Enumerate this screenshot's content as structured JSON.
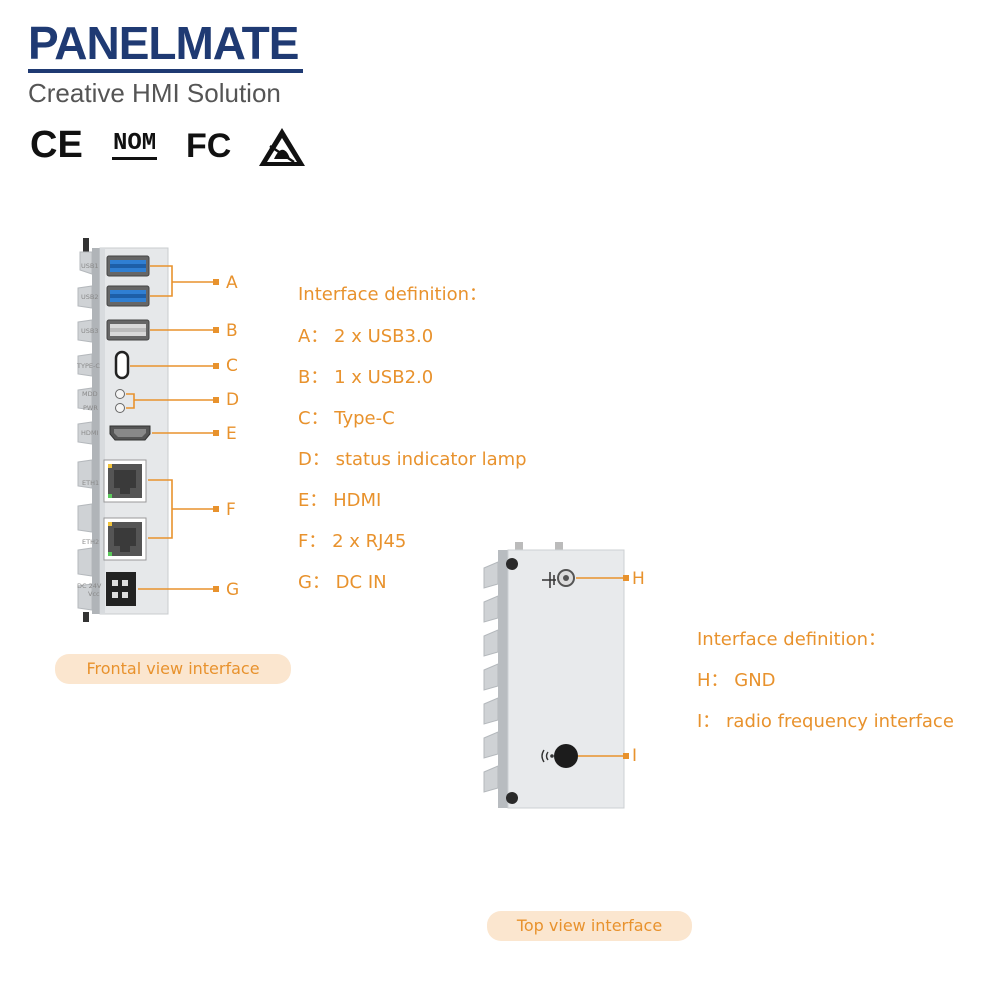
{
  "brand": {
    "name": "PANELMATE",
    "tagline": "Creative HMI Solution",
    "certifications": [
      "CE",
      "NOM",
      "FC",
      "ESD"
    ]
  },
  "front_view": {
    "caption": "Frontal view interface",
    "port_labels": [
      "USB1",
      "USB2",
      "USB3",
      "TYPE-C",
      "MDD",
      "PWR",
      "HDMI",
      "ETH1",
      "ETH2",
      "DC 24V",
      "Vcc"
    ],
    "callouts": [
      "A",
      "B",
      "C",
      "D",
      "E",
      "F",
      "G"
    ],
    "definition_title": "Interface definition：",
    "definitions": [
      "A： 2 x USB3.0",
      "B： 1 x USB2.0",
      "C： Type-C",
      "D： status indicator lamp",
      "E： HDMI",
      "F： 2 x RJ45",
      "G： DC IN"
    ]
  },
  "top_view": {
    "caption": "Top view interface",
    "callouts": [
      "H",
      "I"
    ],
    "definition_title": "Interface definition：",
    "definitions": [
      "H： GND",
      "I： radio frequency interface"
    ]
  },
  "colors": {
    "accent": "#e8922d",
    "brand": "#1f3a73",
    "caption_bg": "#fbe6cf",
    "usb3_blue": "#2f7fd3"
  }
}
